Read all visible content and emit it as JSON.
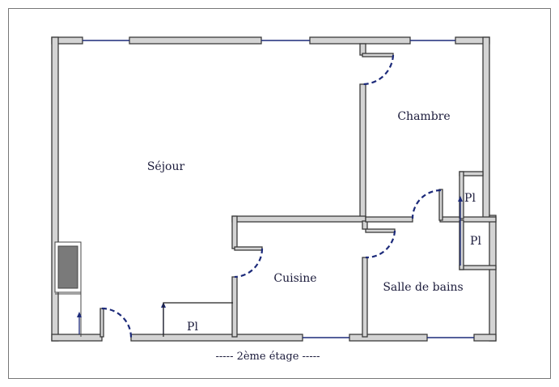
{
  "rooms": {
    "sejour": "Séjour",
    "chambre": "Chambre",
    "cuisine": "Cuisine",
    "salle_de_bains": "Salle de bains",
    "placard_1": "Pl",
    "placard_2": "Pl",
    "placard_3": "Pl"
  },
  "floor_caption": "----- 2ème étage -----",
  "colors": {
    "wall_fill": "#d4d4d4",
    "wall_outline": "#3a3a3a",
    "door_window": "#1c2a7a",
    "fireplace": "#7a7a7a"
  }
}
